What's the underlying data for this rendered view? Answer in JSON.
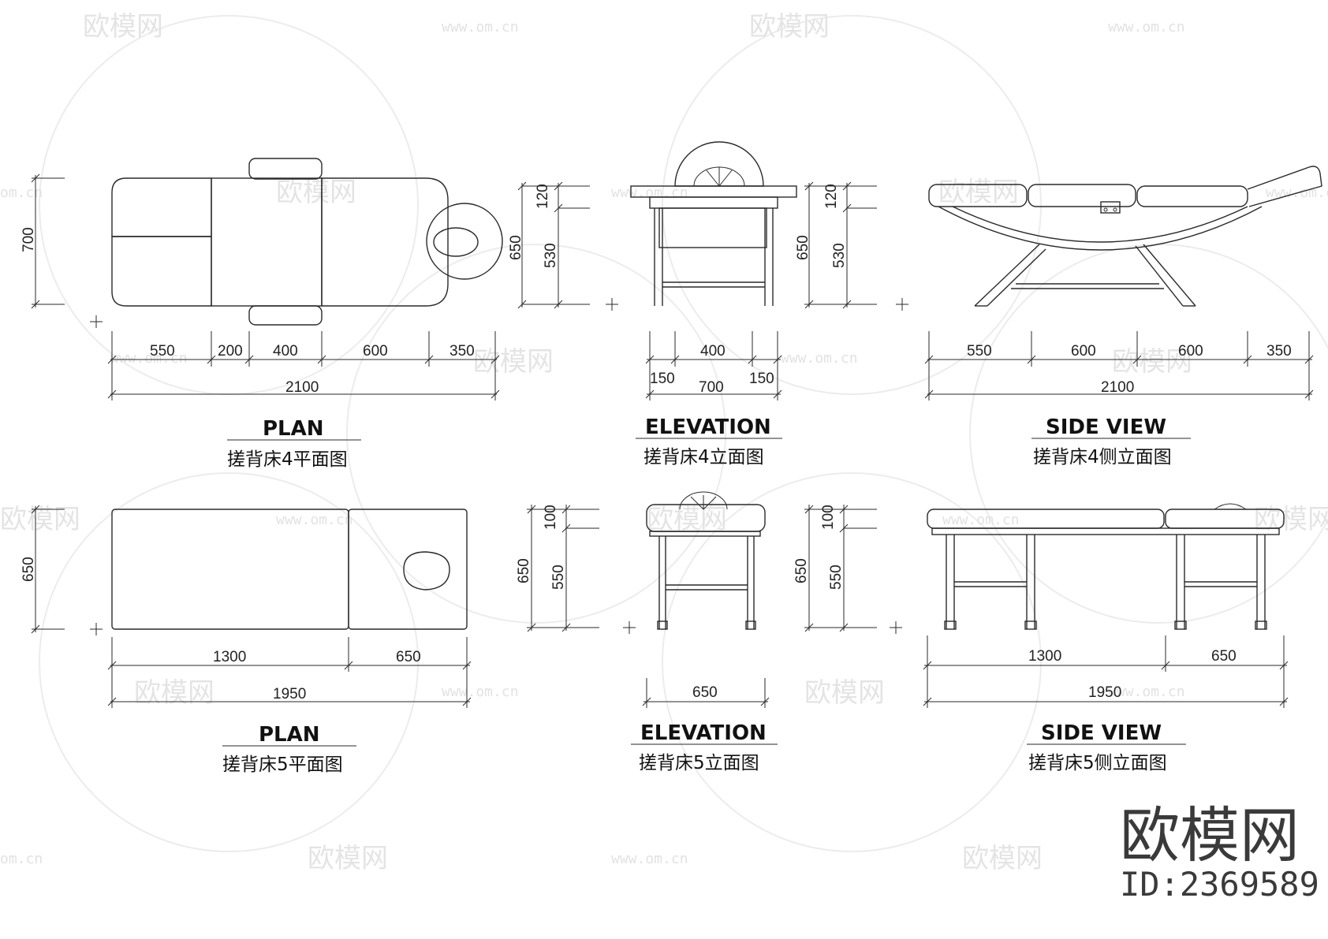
{
  "watermark": {
    "brand": "欧模网",
    "url": "www.om.cn",
    "url_short": "om.cn",
    "id": "ID:2369589"
  },
  "drawings": {
    "plan4": {
      "dims_h": [
        "550",
        "200",
        "400",
        "600",
        "350"
      ],
      "total": "2100",
      "dim_v": "700",
      "title": "PLAN",
      "subtitle": "搓背床4平面图"
    },
    "elev4": {
      "dims_v_outer": "650",
      "dims_v_inner": [
        "120",
        "530"
      ],
      "dims_h_top": "400",
      "dims_h_bottom": [
        "150",
        "700",
        "150"
      ],
      "title": "ELEVATION",
      "subtitle": "搓背床4立面图"
    },
    "side4": {
      "dims_v_outer": "650",
      "dims_v_inner": [
        "120",
        "530"
      ],
      "dims_h": [
        "550",
        "600",
        "600",
        "350"
      ],
      "total": "2100",
      "title": "SIDE VIEW",
      "subtitle": "搓背床4侧立面图"
    },
    "plan5": {
      "dims_h": [
        "1300",
        "650"
      ],
      "total": "1950",
      "dim_v": "650",
      "title": "PLAN",
      "subtitle": "搓背床5平面图"
    },
    "elev5": {
      "dims_v_outer": "650",
      "dims_v_inner": [
        "100",
        "550"
      ],
      "dims_h": "650",
      "title": "ELEVATION",
      "subtitle": "搓背床5立面图"
    },
    "side5": {
      "dims_v_outer": "650",
      "dims_v_inner": [
        "100",
        "550"
      ],
      "dims_h": [
        "1300",
        "650"
      ],
      "total": "1950",
      "title": "SIDE VIEW",
      "subtitle": "搓背床5侧立面图"
    }
  }
}
